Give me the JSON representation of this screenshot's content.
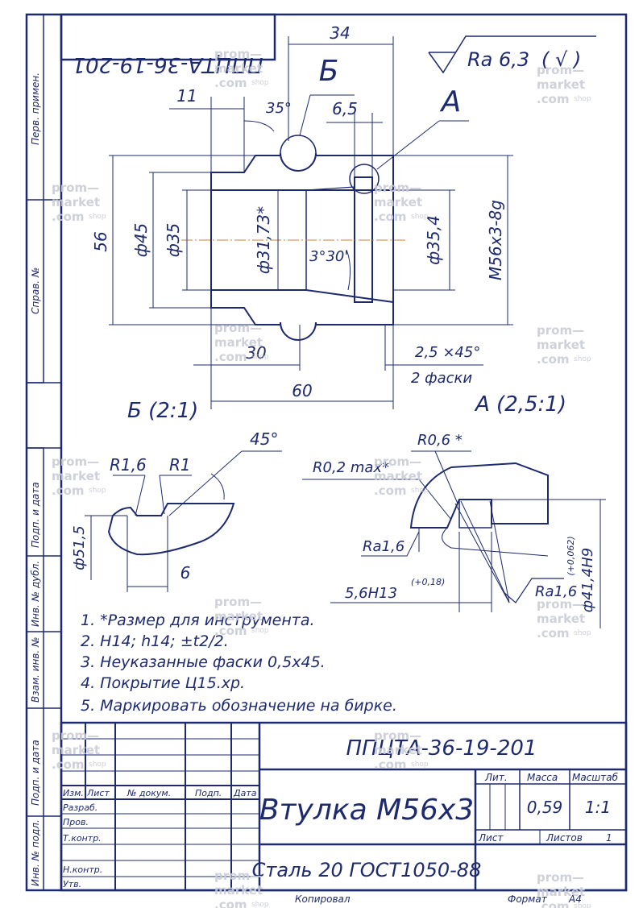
{
  "drawing_number": "ППЦТА-36-19-201",
  "drawing_number_mirrored": "ППЦТА-36-19-201",
  "title": "Втулка М56х3",
  "material": "Сталь 20 ГОСТ1050-88",
  "mass": "0,59",
  "scale": "1:1",
  "sheets_count": "1",
  "roughness_main": "Ra 6,3",
  "roughness_small": "Ra1,6",
  "view_b_label": "Б",
  "view_a_label": "А",
  "view_b_title": "Б (2:1)",
  "view_a_title": "А (2,5:1)",
  "dimensions": {
    "d34": "34",
    "d11": "11",
    "d35deg": "35°",
    "d6_5": "6,5",
    "d56": "56",
    "d45": "ф45",
    "d35": "ф35",
    "d31_73": "ф31,73*",
    "d3_30": "3°30'",
    "d35_4": "ф35,4",
    "m56": "М56х3-8g",
    "d30": "30",
    "d60": "60",
    "chamfer": "2,5 ×45°",
    "chamfer_count": "2 фаски",
    "r1_6": "R1,6",
    "r1": "R1",
    "deg45": "45°",
    "d51_5": "ф51,5",
    "d6": "6",
    "r0_6": "R0,6 *",
    "r0_2": "R0,2 max*",
    "ra1_6a": "Ra1,6",
    "h13": "5,6Н13",
    "h13_tol": "(+0,18)",
    "d41_4": "ф41,4Н9",
    "d41_4_tol": "(+0,062)"
  },
  "notes": [
    "1. *Размер для инструмента.",
    "2. Н14; h14; ±t2/2.",
    "3. Неуказанные фаски 0,5х45.",
    "4. Покрытие Ц15.хр.",
    "5. Маркировать обозначение на бирке."
  ],
  "side_labels": [
    "Перв. примен.",
    "Справ. №",
    "Подп. и дата",
    "Инв. № дубл.",
    "Взам. инв. №",
    "Подп. и дата",
    "Инв. № подл."
  ],
  "title_block": {
    "col_izm": "Изм.",
    "col_list": "Лист",
    "col_doc": "№ докум.",
    "col_podp": "Подп.",
    "col_data": "Дата",
    "row_razrab": "Разраб.",
    "row_prov": "Пров.",
    "row_tkontr": "Т.контр.",
    "row_nkontr": "Н.контр.",
    "row_utv": "Утв.",
    "lit": "Лит.",
    "massa": "Масса",
    "masshtab": "Масштаб",
    "list": "Лист",
    "listov": "Листов",
    "kopiroval": "Копировал",
    "format": "Формат",
    "format_value": "А4"
  },
  "watermark": {
    "line1": "prom—",
    "line2": "market",
    "line3": ".com",
    "suffix": "shop"
  },
  "colors": {
    "ink": "#1e2a6e",
    "centerline": "#d9822b",
    "watermark": "#c9ccd6"
  }
}
